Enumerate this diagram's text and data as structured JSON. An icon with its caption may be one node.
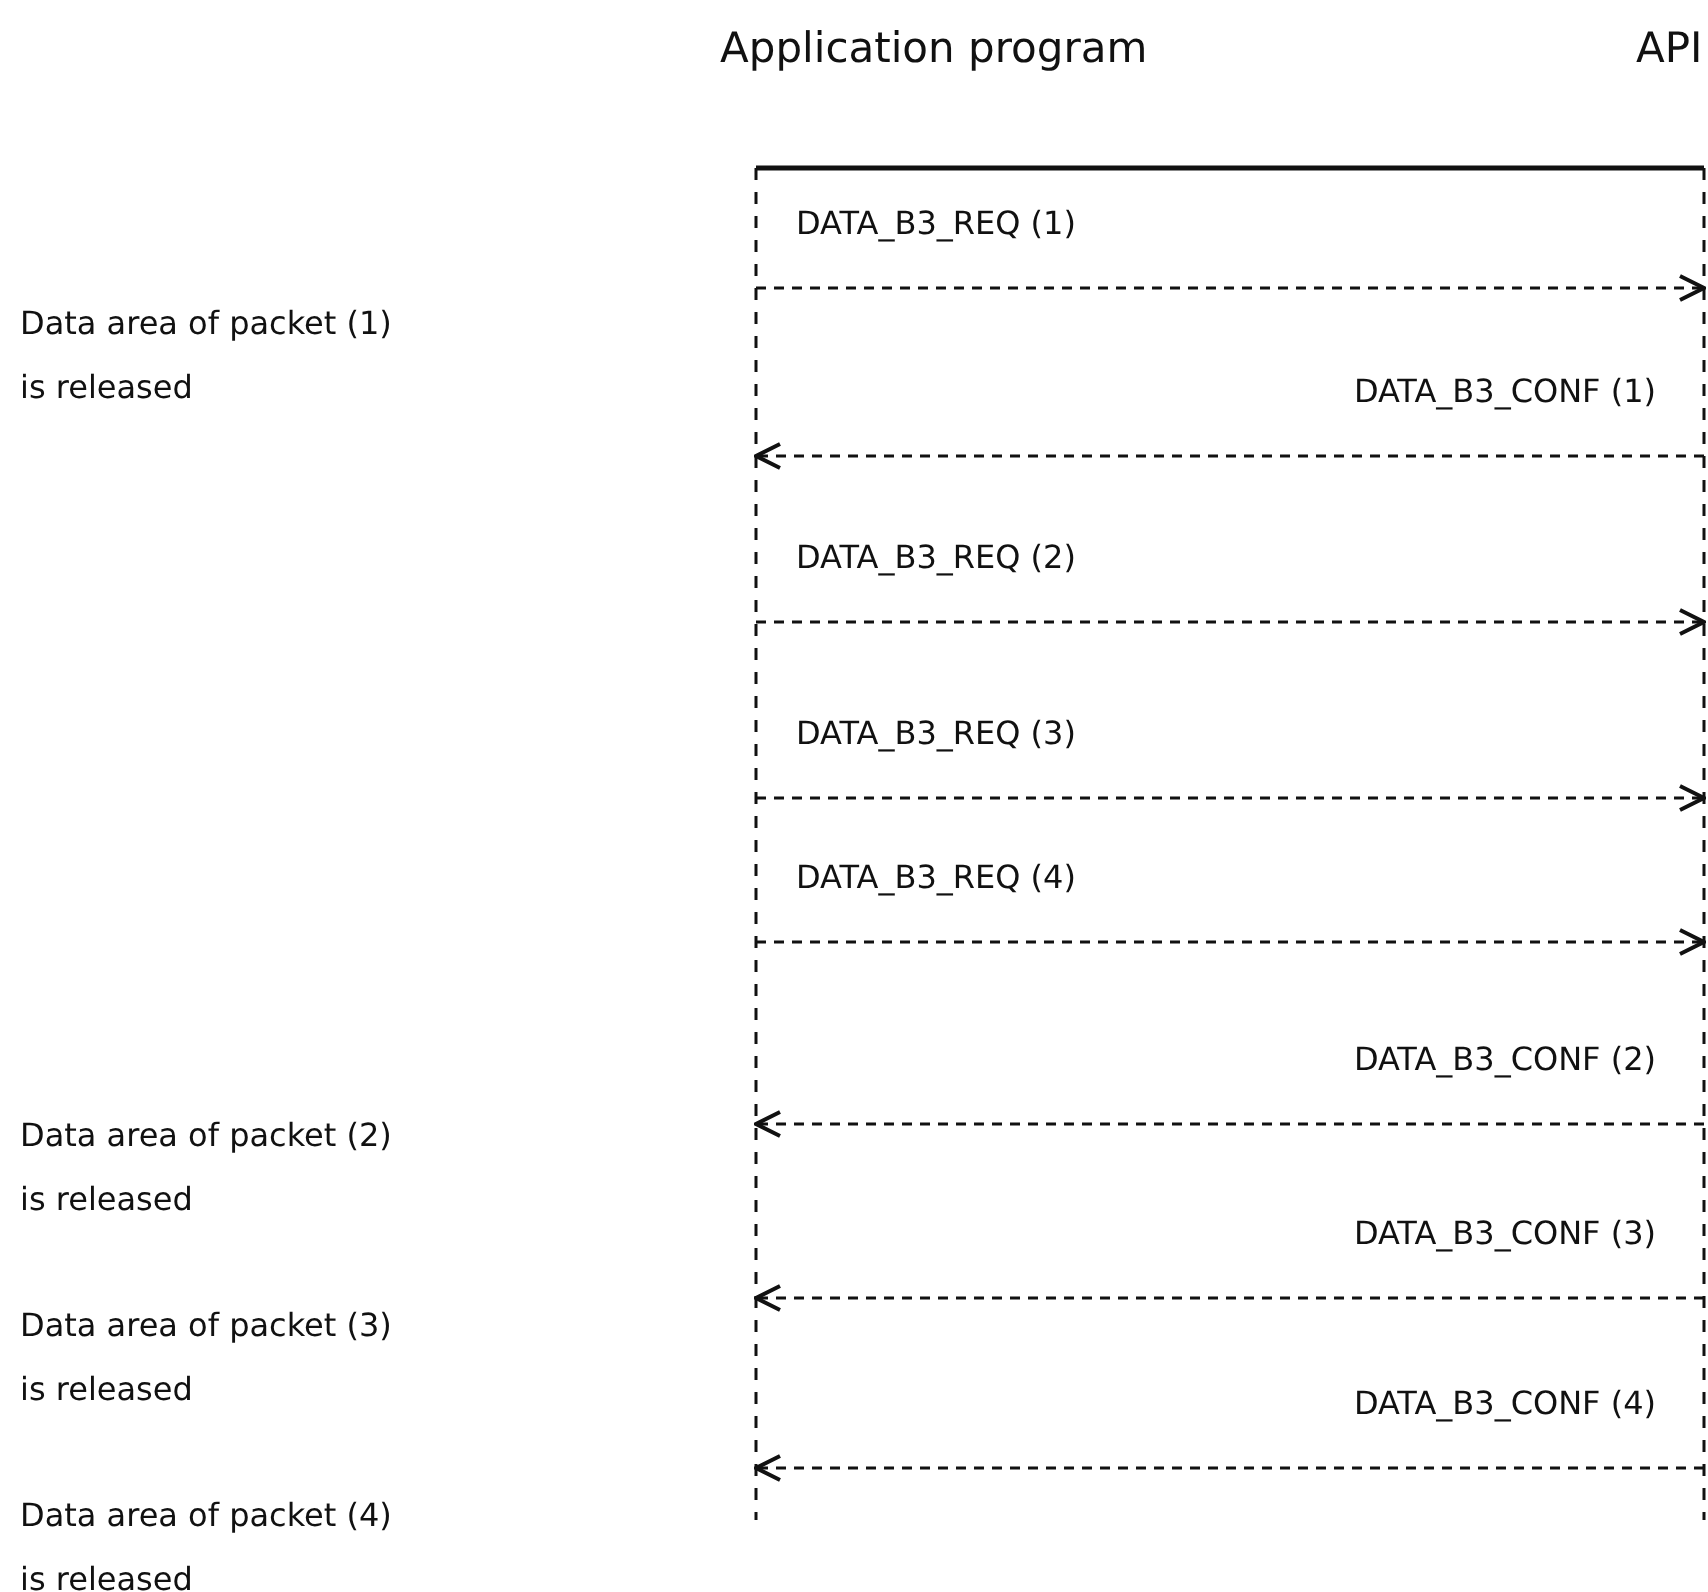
{
  "diagram": {
    "nodes": [
      {
        "text": [
          "Application program"
        ]
      },
      {
        "text": [
          "API"
        ]
      }
    ],
    "edges": [
      {
        "from": 0,
        "to": 1,
        "arrow": "to",
        "label": "DATA_B3_REQ (1)",
        "style": "dashed"
      },
      {
        "from": 1,
        "to": 0,
        "arrow": "to",
        "label": "DATA_B3_CONF (1)",
        "style": "dashed"
      },
      {
        "from": 0,
        "to": 1,
        "arrow": "to",
        "label": "DATA_B3_REQ (2)",
        "style": "dashed"
      },
      {
        "from": 0,
        "to": 1,
        "arrow": "to",
        "label": "DATA_B3_REQ (3)",
        "style": "dashed"
      },
      {
        "from": 0,
        "to": 1,
        "arrow": "to",
        "label": "DATA_B3_REQ (4)",
        "style": "dashed"
      },
      {
        "from": 1,
        "to": 0,
        "arrow": "to",
        "label": "DATA_B3_CONF (2)",
        "style": "dashed"
      },
      {
        "from": 1,
        "to": 0,
        "arrow": "to",
        "label": "DATA_B3_CONF (3)",
        "style": "dashed"
      },
      {
        "from": 1,
        "to": 0,
        "arrow": "to",
        "label": "DATA_B3_CONF (4)",
        "style": "dashed"
      }
    ],
    "labels": [
      "Data area of packet (1) is released",
      "Data area of packet (2) is released",
      "Data area of packet (3) is released",
      "Data area of packet (4) is released"
    ]
  }
}
